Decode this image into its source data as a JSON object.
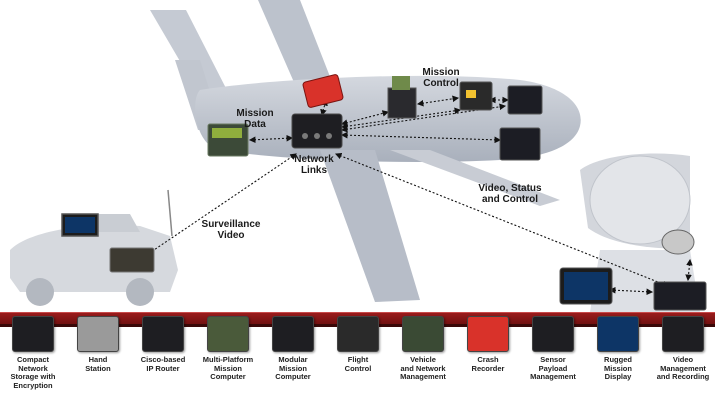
{
  "diagram_labels": {
    "mission_data": "Mission\nData",
    "mission_control": "Mission\nControl",
    "network_links": "Network\nLinks",
    "video_status_control": "Video, Status\nand Control",
    "surveillance_video": "Surveillance\nVideo"
  },
  "products": [
    {
      "label": "Compact\nNetwork\nStorage with\nEncryption",
      "icon": "storage-box-icon"
    },
    {
      "label": "Hand\nStation",
      "icon": "hand-station-icon"
    },
    {
      "label": "Cisco-based\nIP Router",
      "icon": "router-icon"
    },
    {
      "label": "Multi-Platform\nMission\nComputer",
      "icon": "mission-computer-icon"
    },
    {
      "label": "Modular\nMission\nComputer",
      "icon": "modular-computer-icon"
    },
    {
      "label": "Flight\nControl",
      "icon": "flight-control-icon"
    },
    {
      "label": "Vehicle\nand Network\nManagement",
      "icon": "vehicle-network-icon"
    },
    {
      "label": "Crash\nRecorder",
      "icon": "crash-recorder-icon"
    },
    {
      "label": "Sensor\nPayload\nManagement",
      "icon": "sensor-payload-icon"
    },
    {
      "label": "Rugged\nMission\nDisplay",
      "icon": "display-icon"
    },
    {
      "label": "Video\nManagement\nand Recording",
      "icon": "video-recorder-icon"
    }
  ],
  "colors": {
    "band_red": "#8b1a1a",
    "airframe": "#b9bfca",
    "device": "#1e1e22",
    "crash_recorder": "#d9322a",
    "flight_control_accent": "#f2c230"
  }
}
